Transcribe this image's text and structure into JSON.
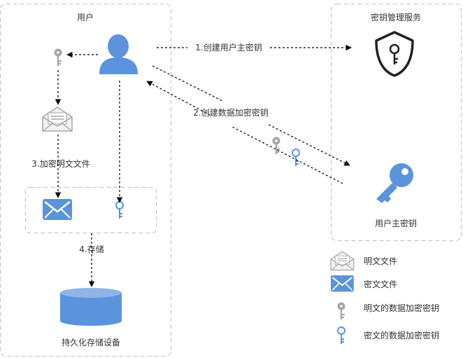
{
  "user_panel": {
    "title": "用户",
    "step3_label": "3.加密明文文件",
    "step4_label": "4.存储",
    "storage_label": "持久化存储设备"
  },
  "kms_panel": {
    "title": "密钥管理服务",
    "master_key_label": "用户主密钥"
  },
  "arrows": {
    "step1_label": "1.创建用户主密钥",
    "step2_label": "2.创建数据加密密钥"
  },
  "legend": {
    "items": [
      {
        "label": "明文文件",
        "icon": "open-envelope-icon"
      },
      {
        "label": "密文文件",
        "icon": "sealed-envelope-icon"
      },
      {
        "label": "明文的数据加密密钥",
        "icon": "plaintext-key-icon"
      },
      {
        "label": "密文的数据加密密钥",
        "icon": "ciphertext-key-icon"
      }
    ]
  },
  "colors": {
    "blue": "#5b93dc",
    "gray": "#a6a6a6",
    "dark": "#222222",
    "dash_border": "#c0c0c0"
  }
}
